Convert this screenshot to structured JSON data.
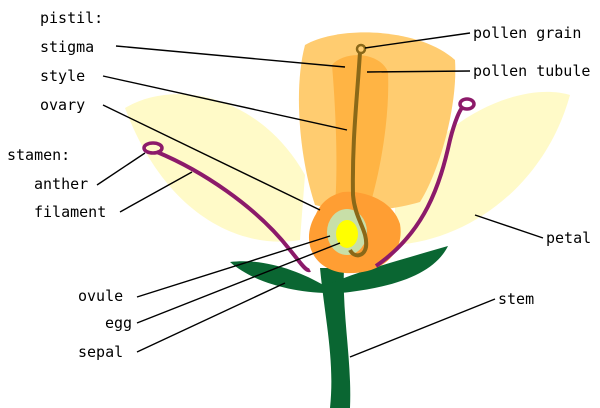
{
  "labels": {
    "pistil": "pistil:",
    "stigma": "stigma",
    "style": "style",
    "ovary": "ovary",
    "stamen": "stamen:",
    "anther": "anther",
    "filament": "filament",
    "ovule": "ovule",
    "egg": "egg",
    "sepal": "sepal",
    "pollen_grain": "pollen grain",
    "pollen_tubule": "pollen tubule",
    "petal": "petal",
    "stem": "stem"
  },
  "colors": {
    "petal": "#fffac8",
    "carpel_outer": "#ffcc70",
    "carpel_inner": "#ffb444",
    "ovary": "#ff9e33",
    "ovule_ring": "#c8dfa8",
    "egg": "#ffff00",
    "pollen_tube": "#8a6818",
    "stamen": "#8c1a6a",
    "green": "#0a6632",
    "leader": "#000000"
  }
}
